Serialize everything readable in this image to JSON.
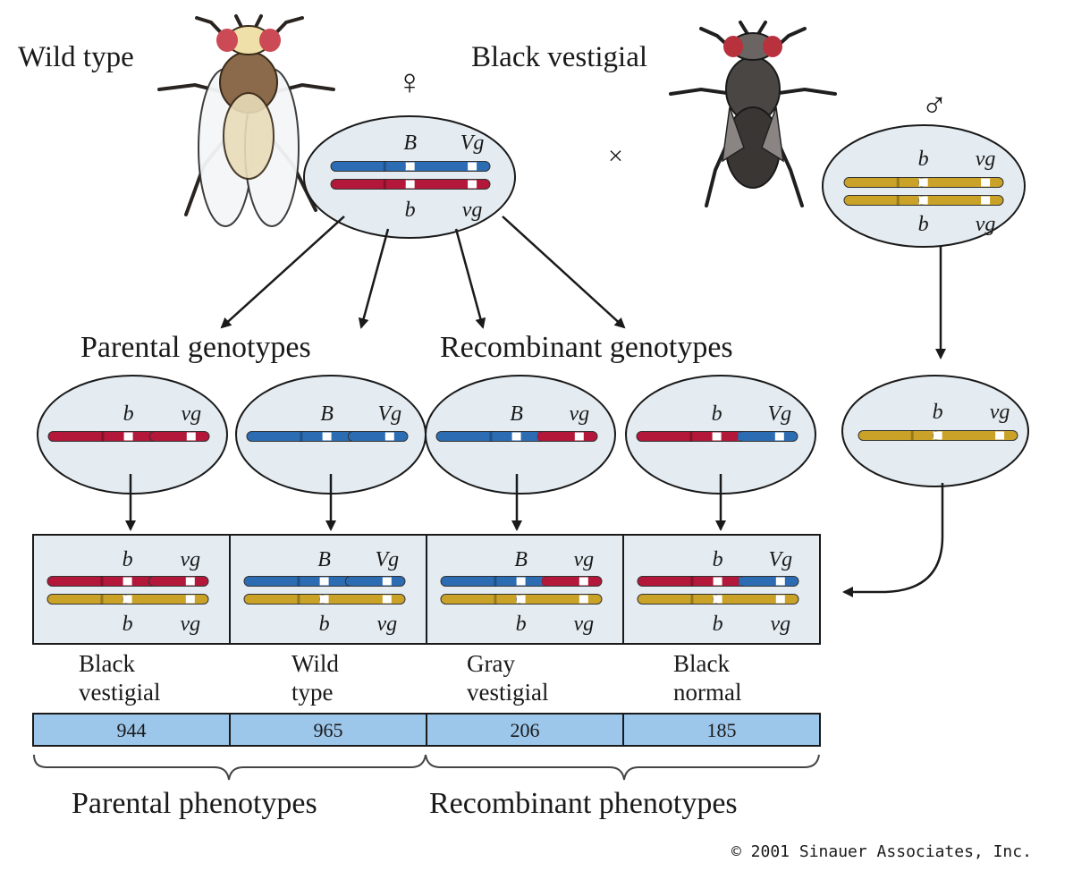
{
  "colors": {
    "wild_chromosome": "#2b6cb3",
    "black_chromosome": "#b3173a",
    "tester_chromosome": "#c9a227",
    "cell_fill": "#e4ecf2",
    "count_fill": "#9cc6ea",
    "outline": "#1a1a1a"
  },
  "header": {
    "wild_type_label": "Wild type",
    "black_vestigial_label": "Black vestigial",
    "female_symbol": "♀",
    "male_symbol": "♂",
    "cross_symbol": "×"
  },
  "female_parent": {
    "top": {
      "color": "wild",
      "alleles": [
        "B",
        "Vg"
      ]
    },
    "bottom": {
      "color": "black",
      "alleles": [
        "b",
        "vg"
      ]
    }
  },
  "male_parent": {
    "top": {
      "color": "tester",
      "alleles": [
        "b",
        "vg"
      ]
    },
    "bottom": {
      "color": "tester",
      "alleles": [
        "b",
        "vg"
      ]
    }
  },
  "section_labels": {
    "parental_genotypes": "Parental genotypes",
    "recombinant_genotypes": "Recombinant genotypes",
    "parental_phenotypes": "Parental phenotypes",
    "recombinant_phenotypes": "Recombinant phenotypes"
  },
  "gametes": [
    {
      "alleles": [
        "b",
        "vg"
      ],
      "segments": [
        "black",
        "black"
      ]
    },
    {
      "alleles": [
        "B",
        "Vg"
      ],
      "segments": [
        "wild",
        "wild"
      ]
    },
    {
      "alleles": [
        "B",
        "vg"
      ],
      "segments": [
        "wild",
        "black"
      ]
    },
    {
      "alleles": [
        "b",
        "Vg"
      ],
      "segments": [
        "black",
        "wild"
      ]
    }
  ],
  "male_gamete": {
    "alleles": [
      "b",
      "vg"
    ],
    "segments": [
      "tester",
      "tester"
    ]
  },
  "offspring": [
    {
      "phenotype": "Black\nvestigial",
      "count": "944",
      "top_alleles": [
        "b",
        "vg"
      ],
      "bottom_alleles": [
        "b",
        "vg"
      ]
    },
    {
      "phenotype": "Wild\ntype",
      "count": "965",
      "top_alleles": [
        "B",
        "Vg"
      ],
      "bottom_alleles": [
        "b",
        "vg"
      ]
    },
    {
      "phenotype": "Gray\nvestigial",
      "count": "206",
      "top_alleles": [
        "B",
        "vg"
      ],
      "bottom_alleles": [
        "b",
        "vg"
      ]
    },
    {
      "phenotype": "Black\nnormal",
      "count": "185",
      "top_alleles": [
        "b",
        "Vg"
      ],
      "bottom_alleles": [
        "b",
        "vg"
      ]
    }
  ],
  "copyright": "© 2001 Sinauer Associates, Inc."
}
